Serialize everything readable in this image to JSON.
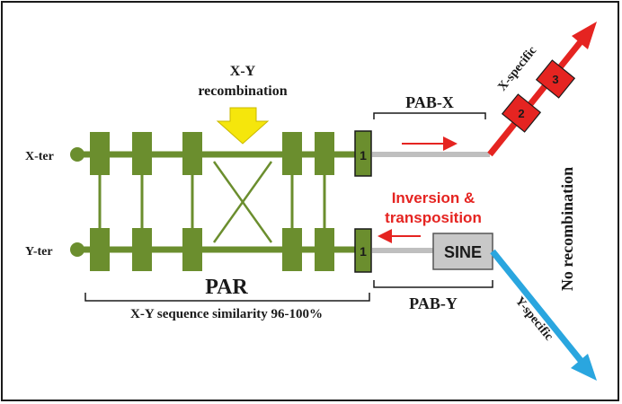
{
  "labels": {
    "xy_recombination_line1": "X-Y",
    "xy_recombination_line2": "recombination",
    "x_ter": "X-ter",
    "y_ter": "Y-ter",
    "pab_x": "PAB-X",
    "pab_y": "PAB-Y",
    "par": "PAR",
    "similarity": "X-Y sequence similarity 96-100%",
    "inversion_line1": "Inversion &",
    "inversion_line2": "transposition",
    "sine": "SINE",
    "x_specific": "X-specific",
    "y_specific": "Y-specific",
    "no_recombination": "No recombination",
    "box_x1": "1",
    "box_y1": "1",
    "red_box_2": "2",
    "red_box_3": "3"
  },
  "colors": {
    "chromosome_green": "#6b8e2e",
    "arrow_yellow": "#f5e60c",
    "red": "#e52421",
    "blue": "#2aa6df",
    "gray": "#bfbfbf",
    "text": "#1a1a1a"
  }
}
